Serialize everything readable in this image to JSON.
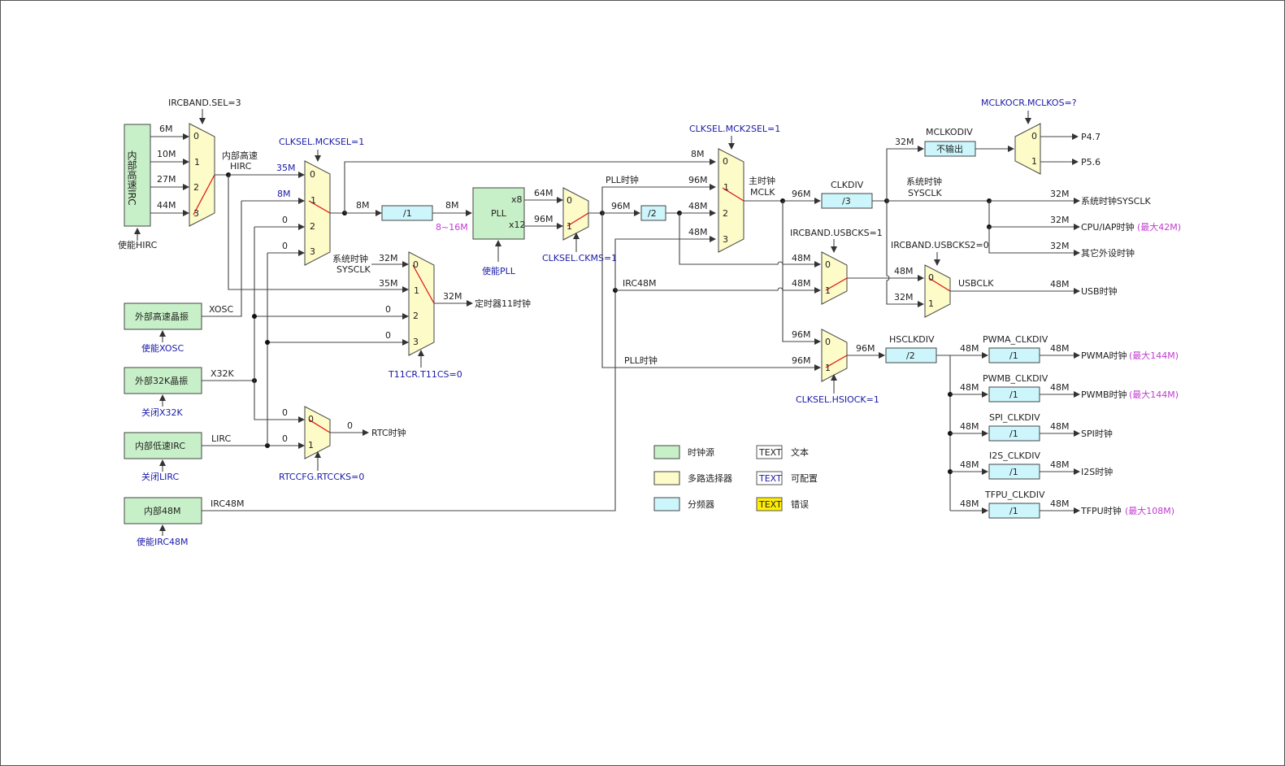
{
  "sources": {
    "hirc": "内部高速IRC",
    "xosc": "外部高速晶振",
    "x32k": "外部32K晶振",
    "lirc": "内部低速IRC",
    "irc48m": "内部48M"
  },
  "enables": {
    "hirc": "使能HIRC",
    "xosc": "使能XOSC",
    "x32k": "关闭X32K",
    "lirc": "关闭LIRC",
    "irc48m": "使能IRC48M",
    "pll": "使能PLL"
  },
  "config": {
    "ircband_sel": "IRCBAND.SEL=3",
    "mcksel": "CLKSEL.MCKSEL=1",
    "mck2sel": "CLKSEL.MCK2SEL=1",
    "ckms": "CLKSEL.CKMS=1",
    "t11cs": "T11CR.T11CS=0",
    "rtccks": "RTCCFG.RTCCKS=0",
    "usbcks": "IRCBAND.USBCKS=1",
    "usbcks2": "IRCBAND.USBCKS2=0",
    "hsiock": "CLKSEL.HSIOCK=1",
    "mclkos": "MCLKOCR.MCLKOS=?"
  },
  "freq": {
    "f6m": "6M",
    "f10m": "10M",
    "f27m": "27M",
    "f44m": "44M",
    "f35m": "35M",
    "f8m": "8M",
    "f32m": "32M",
    "f64m": "64M",
    "f96m": "96M",
    "f48m": "48M",
    "zero": "0",
    "pll_range": "8~16M"
  },
  "signals": {
    "hirc_label": "内部高速",
    "hirc_name": "HIRC",
    "xosc": "XOSC",
    "x32k": "X32K",
    "lirc": "LIRC",
    "irc48m": "IRC48M",
    "sysclk_cn": "系统时钟",
    "sysclk": "SYSCLK",
    "pll_clk": "PLL时钟",
    "mclk_cn": "主时钟",
    "mclk": "MCLK",
    "usbclk": "USBCLK"
  },
  "blocks": {
    "pll": "PLL",
    "x8": "x8",
    "x12": "x12",
    "div1": "/1",
    "div2": "/2",
    "div3": "/3",
    "no_output": "不输出",
    "clkdiv": "CLKDIV",
    "mclkodiv": "MCLKODIV",
    "hsclkdiv": "HSCLKDIV",
    "pwma_div": "PWMA_CLKDIV",
    "pwmb_div": "PWMB_CLKDIV",
    "spi_div": "SPI_CLKDIV",
    "i2s_div": "I2S_CLKDIV",
    "tfpu_div": "TFPU_CLKDIV"
  },
  "outputs": {
    "timer11": "定时器11时钟",
    "rtc": "RTC时钟",
    "p47": "P4.7",
    "p56": "P5.6",
    "sysclk_out": "系统时钟SYSCLK",
    "cpu_iap": "CPU/IAP时钟",
    "cpu_max": "(最大42M)",
    "other": "其它外设时钟",
    "usb": "USB时钟",
    "pwma": "PWMA时钟",
    "pwma_max": "(最大144M)",
    "pwmb": "PWMB时钟",
    "pwmb_max": "(最大144M)",
    "spi": "SPI时钟",
    "i2s": "I2S时钟",
    "tfpu": "TFPU时钟",
    "tfpu_max": "(最大108M)"
  },
  "mux_inputs": [
    "0",
    "1",
    "2",
    "3"
  ],
  "legend": {
    "clock_source": "时钟源",
    "mux": "多路选择器",
    "divider": "分频器",
    "text_sample": "TEXT",
    "text": "文本",
    "configurable": "可配置",
    "error": "错误"
  },
  "colors": {
    "source": "#c8f0c8",
    "mux": "#fdfbc8",
    "divider": "#ccf6fb",
    "configurable_text": "#1a1aa8",
    "highlight_text": "#c23bd0",
    "error": "#ffee00",
    "selection_line": "#dd1111"
  }
}
